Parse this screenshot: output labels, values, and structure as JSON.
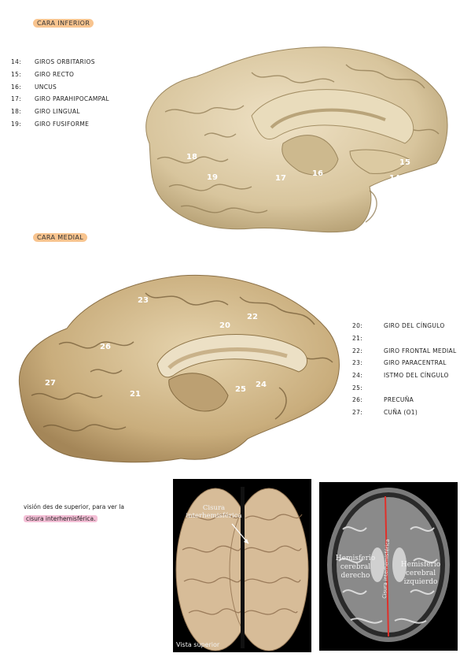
{
  "inferior": {
    "heading": "cara inferior",
    "items": [
      {
        "num": "14:",
        "label": "giros orbitarios"
      },
      {
        "num": "15:",
        "label": "giro recto"
      },
      {
        "num": "16:",
        "label": "uncus"
      },
      {
        "num": "17:",
        "label": "giro parahipocampal"
      },
      {
        "num": "18:",
        "label": "giro lingual"
      },
      {
        "num": "19:",
        "label": "giro fusiforme"
      }
    ],
    "markers": [
      "18",
      "19",
      "17",
      "16",
      "15",
      "14"
    ]
  },
  "medial": {
    "heading": "cara medial",
    "items": [
      {
        "num": "20:",
        "label": "giro del cíngulo"
      },
      {
        "num": "21:",
        "label": ""
      },
      {
        "num": "22:",
        "label": "giro frontal medial"
      },
      {
        "num": "23:",
        "label": "giro paracentral"
      },
      {
        "num": "24:",
        "label": "istmo del cíngulo"
      },
      {
        "num": "25:",
        "label": ""
      },
      {
        "num": "26:",
        "label": "precuña"
      },
      {
        "num": "27:",
        "label": "cuña (o1)"
      }
    ],
    "markers": [
      "23",
      "22",
      "20",
      "26",
      "27",
      "21",
      "25",
      "24"
    ]
  },
  "note": {
    "text": "visión des de superior, para ver la",
    "highlight": "cisura interhemisférica."
  },
  "superior_photo": {
    "label_fissure": "Cisura interhemisférica",
    "caption": "Vista superior"
  },
  "mri": {
    "left_label": "Hemisferio cerebral derecho",
    "right_label": "Hemisferio cerebral izquierdo",
    "center_label": "Cisura interhemisférica"
  }
}
